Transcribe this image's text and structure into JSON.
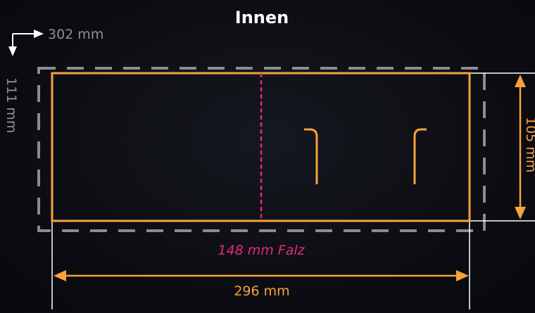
{
  "title": "Innen",
  "outer_dims": {
    "width_label": "302 mm",
    "height_label": "111 mm"
  },
  "trim_dims": {
    "width_label": "296 mm",
    "height_label": "105 mm"
  },
  "fold": {
    "label": "148 mm Falz"
  },
  "colors": {
    "background": "#0b0c11",
    "trim": "#f7a23b",
    "fold": "#e8287a",
    "bleed": "#8a8c94",
    "guide": "#ffffff",
    "title": "#ffffff",
    "muted_text": "#8f9199"
  }
}
